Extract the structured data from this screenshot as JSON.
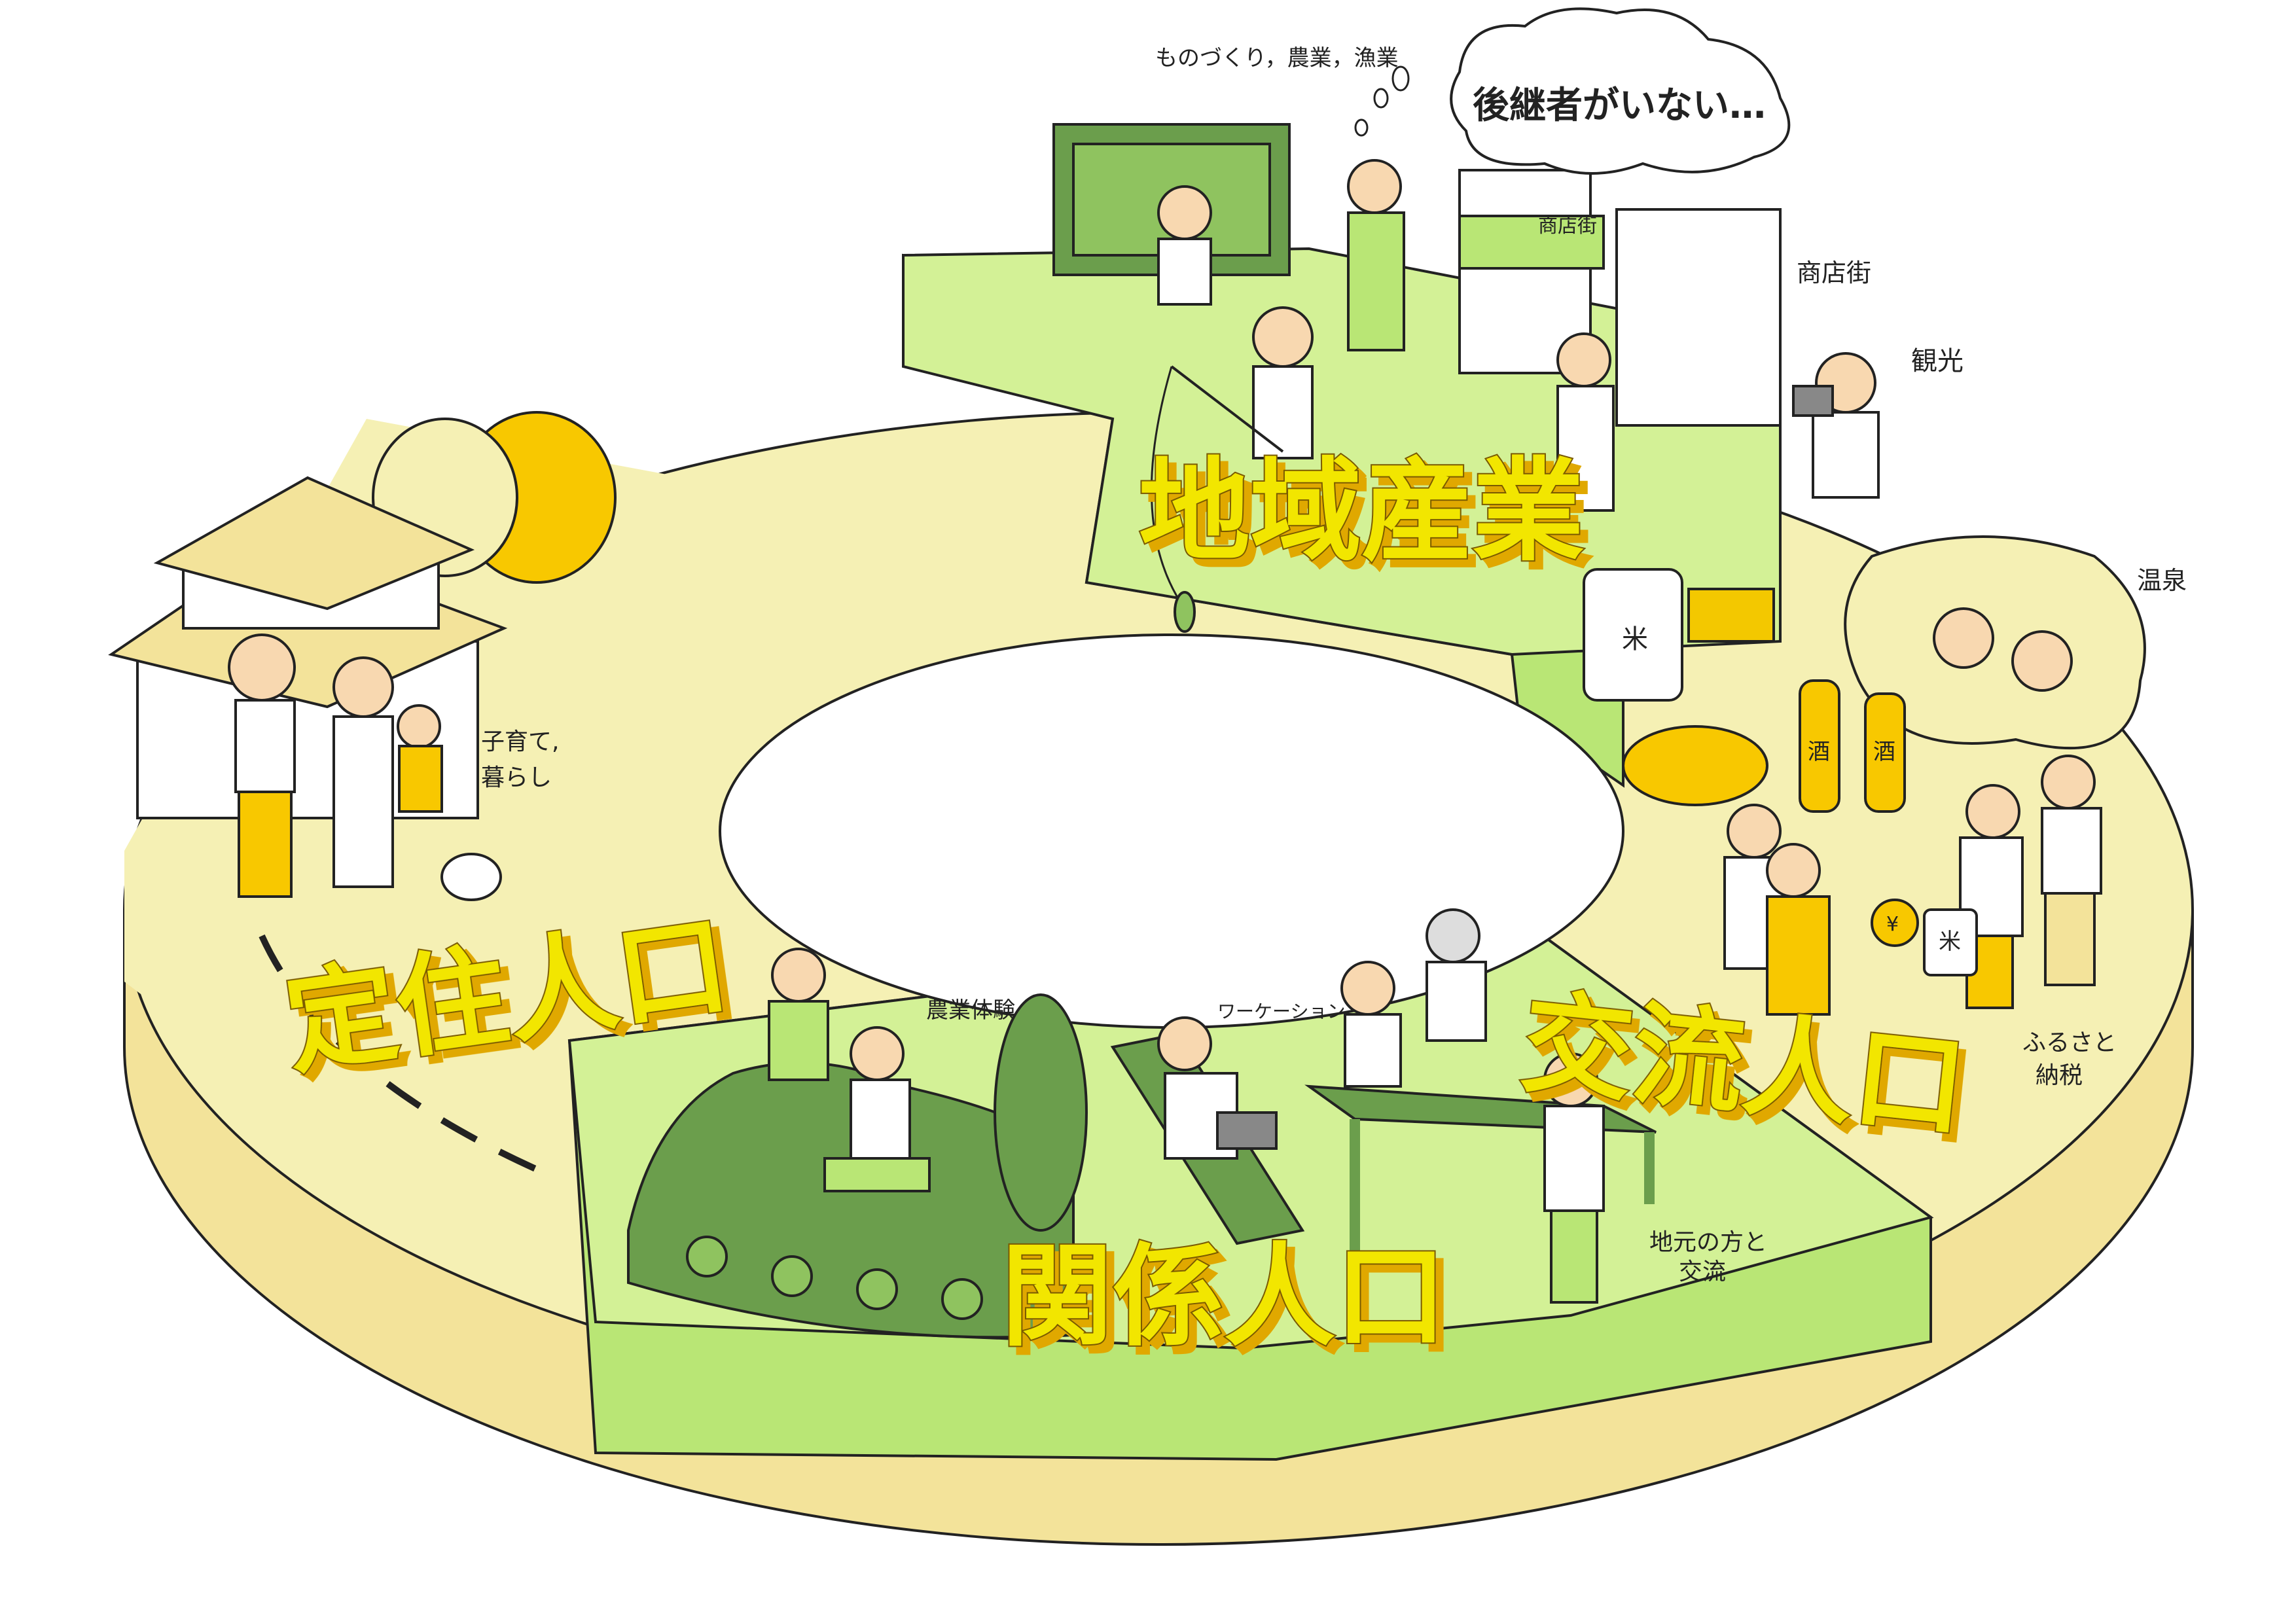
{
  "sections": {
    "settled": {
      "title": "定住人口",
      "caption_line1": "子育て,",
      "caption_line2": "暮らし"
    },
    "industry": {
      "title": "地域産業",
      "caption": "ものづくり，農業，漁業",
      "thought": "後継者がいない…",
      "shop_sign": "商店街",
      "shop_label": "商店街"
    },
    "exchange": {
      "title": "交流人口",
      "sightseeing": "観光",
      "hot_spring": "温泉",
      "tax_line1": "ふるさと",
      "tax_line2": "納税",
      "sake_label": "酒",
      "rice_label": "米",
      "yen_label": "¥"
    },
    "related": {
      "title": "関係人口",
      "farm": "農業体験",
      "workation": "ワーケーション",
      "local_line1": "地元の方と",
      "local_line2": "交流"
    }
  },
  "colors": {
    "ring_top": "#f5f0b4",
    "ring_side": "#f3e39a",
    "green_light": "#d3f196",
    "green_side": "#b9e675",
    "green_dark": "#6b9e4c",
    "title_yellow": "#f2e600",
    "title_shadow": "#e0a800",
    "accent_yellow": "#f8c800"
  }
}
